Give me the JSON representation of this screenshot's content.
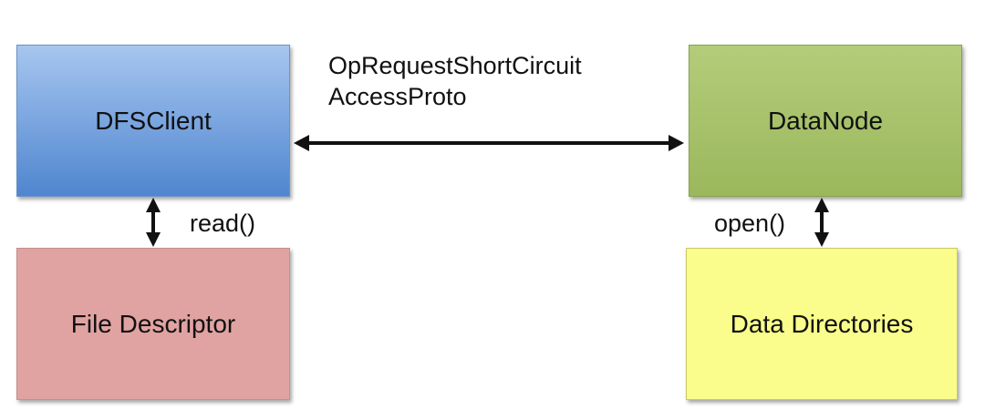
{
  "nodes": {
    "dfsclient": {
      "label": "DFSClient",
      "color_top": "#a7c6f0",
      "color_bottom": "#4f86cf"
    },
    "datanode": {
      "label": "DataNode",
      "color_top": "#b3cc7a",
      "color_bottom": "#9bb85c"
    },
    "file_descriptor": {
      "label": "File Descriptor",
      "color": "#e0a3a1"
    },
    "data_directories": {
      "label": "Data Directories",
      "color": "#fafd8b"
    }
  },
  "edges": {
    "client_datanode": {
      "label_line1": "OpRequestShortCircuit",
      "label_line2": "AccessProto"
    },
    "client_filedesc": {
      "label": "read()"
    },
    "datanode_datadirs": {
      "label": "open()"
    }
  },
  "colors": {
    "arrow": "#111111"
  }
}
